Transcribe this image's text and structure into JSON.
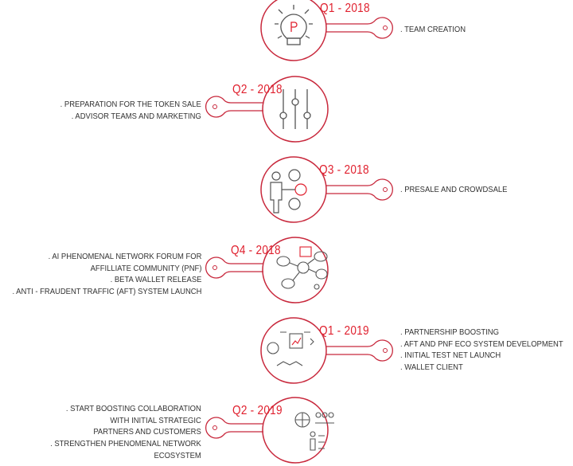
{
  "milestones": [
    {
      "quarter": "Q1 - 2018",
      "icon": "lightbulb-icon",
      "items": [
        ". TEAM CREATION"
      ]
    },
    {
      "quarter": "Q2 - 2018",
      "icon": "sliders-icon",
      "items": [
        ". PREPARATION FOR THE TOKEN SALE",
        ". ADVISOR TEAMS AND MARKETING"
      ]
    },
    {
      "quarter": "Q3 - 2018",
      "icon": "person-coins-icon",
      "items": [
        ". PRESALE AND CROWDSALE"
      ]
    },
    {
      "quarter": "Q4 - 2018",
      "icon": "network-chat-icon",
      "items": [
        ". AI PHENOMENAL NETWORK FORUM FOR",
        "AFFILLIATE COMMUNITY (PNF)",
        ". BETA WALLET RELEASE",
        ". ANTI - FRAUDENT TRAFFIC (AFT) SYSTEM LAUNCH"
      ]
    },
    {
      "quarter": "Q1 - 2019",
      "icon": "partnership-icon",
      "items": [
        ". PARTNERSHIP BOOSTING",
        ". AFT AND PNF ECO SYSTEM DEVELOPMENT",
        ". INITIAL TEST NET LAUNCH",
        ". WALLET CLIENT"
      ]
    },
    {
      "quarter": "Q2 - 2019",
      "icon": "collaboration-icon",
      "items": [
        ". START BOOSTING COLLABORATION",
        "WITH INITIAL STRATEGIC",
        "PARTNERS AND CUSTOMERS",
        ". STRENGTHEN PHENOMENAL NETWORK",
        "ECOSYSTEM"
      ]
    }
  ],
  "colors": {
    "accent": "#e0202e",
    "circle": "#c8283c",
    "text": "#333333"
  }
}
